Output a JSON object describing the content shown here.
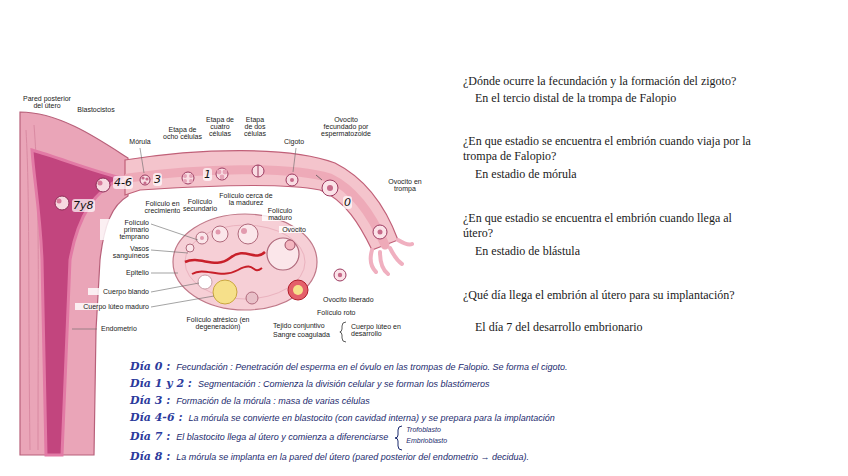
{
  "diagram": {
    "labels": [
      "Pared posterior del útero",
      "Blastocistos",
      "Mórula",
      "Etapa de ocho células",
      "Etapa de cuatro células",
      "Etapa de dos células",
      "Cigoto",
      "Ovocito fecundado por espermatozoide",
      "Ovocito en trompa",
      "Folículo en crecimiento",
      "Folículo secundario",
      "Folículo cerca de la madurez",
      "Folículo maduro",
      "Ovocito",
      "Folículo primario temprano",
      "Vasos sanguíneos",
      "Epitelio",
      "Cuerpo blando",
      "Cuerpo lúteo maduro",
      "Endometrio",
      "Folículo atrésico (en degeneración)",
      "Tejido conjuntivo",
      "Sangre coagulada",
      "Cuerpo lúteo en desarrollo",
      "Ovocito liberado",
      "Folículo roto",
      "7y8",
      "4-6",
      "3",
      "1",
      "0",
      "¿Dónde ocurre la fecundación y la formación del zigoto?",
      "En el tercio distal de la trompa de Falopio",
      "¿En que estadio se encuentra el embrión cuando viaja por la trompa de Falopio?",
      "En estadio de mórula",
      "¿En que estadio se encuentra el embrión cuando llega al útero?",
      "En estadio de blástula",
      "¿Qué día llega el embrión al útero para su implantación?",
      "El día 7 del desarrollo embrionario",
      "Día 0 :",
      "Fecundación : Penetración del esperma en el óvulo en las trompas de Falopio. Se forma el cigoto.",
      "Día 1 y 2 :",
      "Segmentación : Comienza la división celular y se forman los blastómeros",
      "Día 3 :",
      "Formación de la mórula : masa de varias células",
      "Día 4-6 :",
      "La mórula se convierte en blastocito (con cavidad interna) y se prepara para la implantación",
      "Día 7 :",
      "El blastocito llega al útero y comienza a diferenciarse",
      "Trofoblasto",
      "Embrioblasto",
      "Día 8 :",
      "La mórula se implanta en la pared del útero (pared posterior del endometrio → decidua)."
    ]
  }
}
